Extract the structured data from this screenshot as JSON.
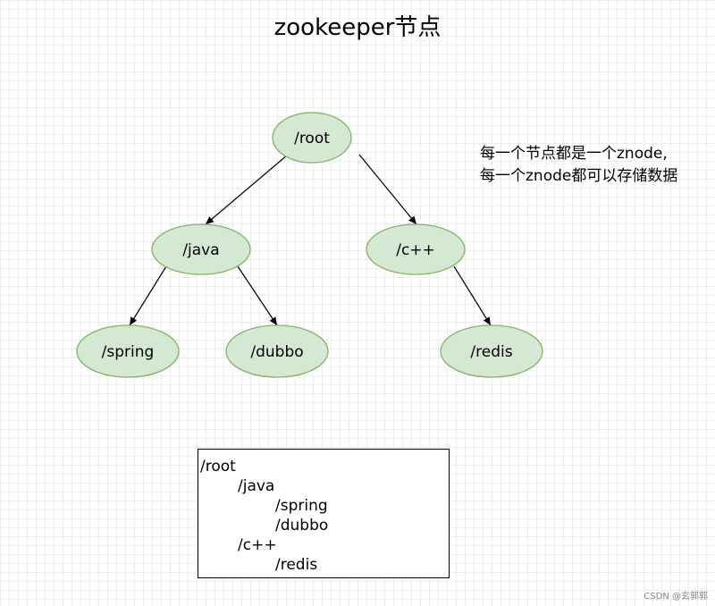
{
  "title": "zookeeper节点",
  "note": {
    "line1": "每一个节点都是一个znode,",
    "line2": "每一个znode都可以存储数据"
  },
  "colors": {
    "node_fill": "#d5e8d4",
    "node_stroke": "#82b366",
    "edge": "#000000"
  },
  "nodes": [
    {
      "id": "root",
      "label": "/root"
    },
    {
      "id": "java",
      "label": "/java"
    },
    {
      "id": "cpp",
      "label": "/c++"
    },
    {
      "id": "spring",
      "label": "/spring"
    },
    {
      "id": "dubbo",
      "label": "/dubbo"
    },
    {
      "id": "redis",
      "label": "/redis"
    }
  ],
  "edges": [
    {
      "from": "root",
      "to": "java"
    },
    {
      "from": "root",
      "to": "cpp"
    },
    {
      "from": "java",
      "to": "spring"
    },
    {
      "from": "java",
      "to": "dubbo"
    },
    {
      "from": "cpp",
      "to": "redis"
    }
  ],
  "tree_listing": [
    "/root",
    "/java",
    "/spring",
    "/dubbo",
    "/c++",
    "/redis"
  ],
  "watermark": "CSDN @玄郭郭"
}
